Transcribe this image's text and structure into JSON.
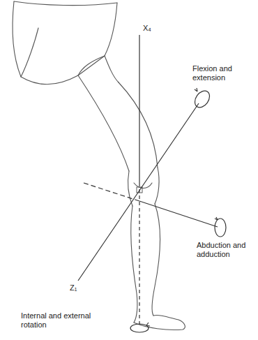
{
  "diagram": {
    "labels": [
      "X₄",
      "Flexion and extension",
      "Abduction and adduction",
      "Z₁",
      "Internal and external rotation"
    ]
  }
}
